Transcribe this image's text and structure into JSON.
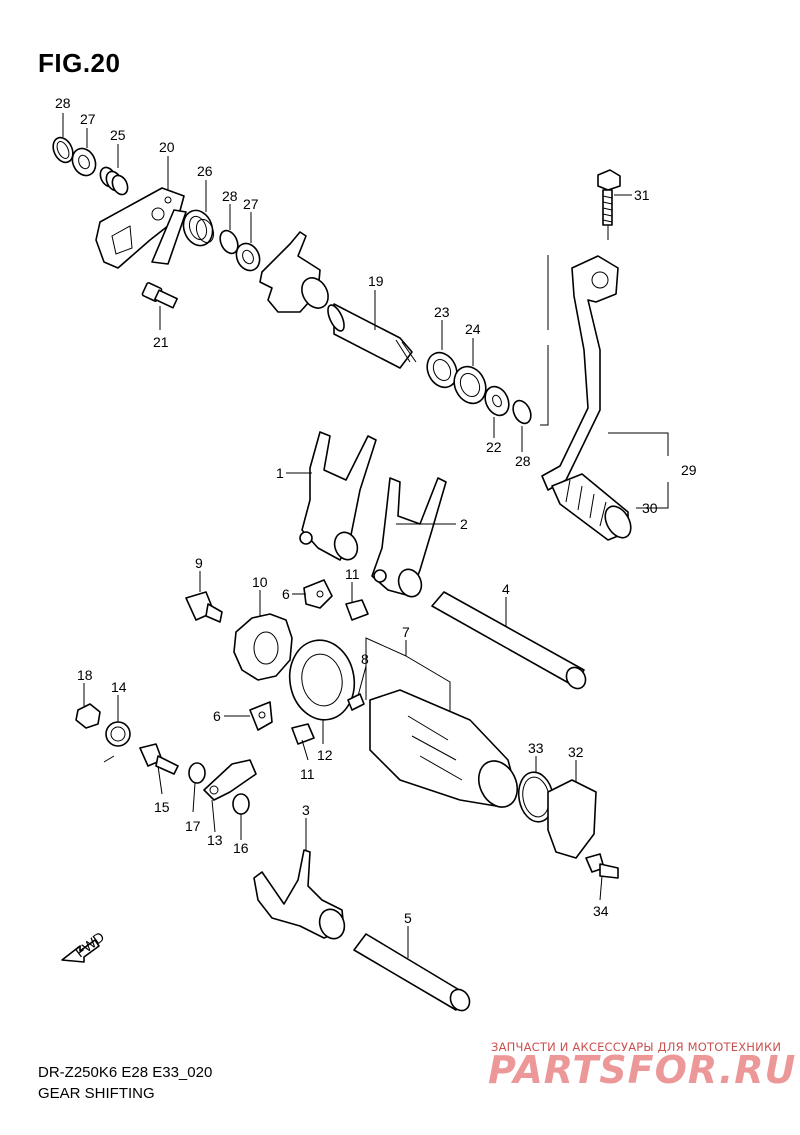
{
  "figure": {
    "title": "FIG.20",
    "model_code": "DR-Z250K6 E28 E33_020",
    "caption": "GEAR SHIFTING",
    "fwd_label": "FWD"
  },
  "callouts": [
    "28",
    "27",
    "25",
    "20",
    "26",
    "28",
    "27",
    "21",
    "19",
    "23",
    "24",
    "22",
    "28",
    "31",
    "29",
    "30",
    "1",
    "2",
    "9",
    "10",
    "6",
    "11",
    "4",
    "7",
    "8",
    "18",
    "14",
    "6",
    "11",
    "12",
    "15",
    "17",
    "13",
    "16",
    "33",
    "32",
    "34",
    "3",
    "5"
  ],
  "watermark": {
    "tagline": "ЗАПЧАСТИ И АКСЕССУАРЫ ДЛЯ МОТОТЕХНИКИ",
    "logo": "PARTSFOR.RU"
  },
  "colors": {
    "line": "#000000",
    "background": "#ffffff",
    "watermark": "#d44444"
  }
}
